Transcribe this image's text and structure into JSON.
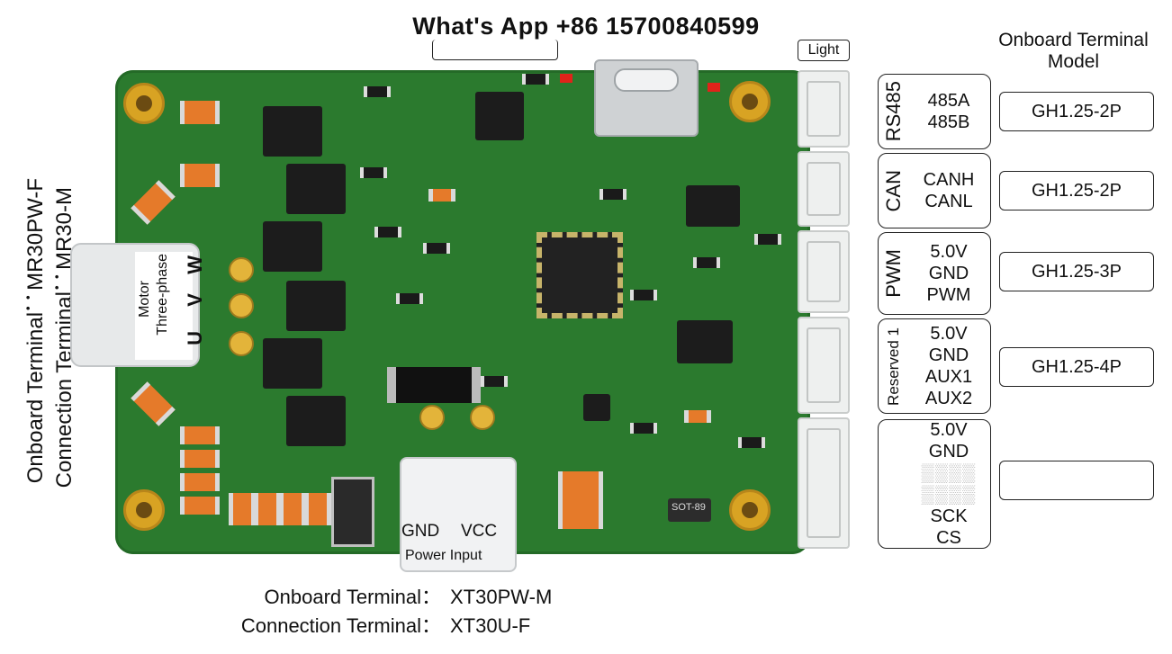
{
  "header": {
    "contact": "What's App +86 15700840599",
    "led_label_right": "Light"
  },
  "model_header": {
    "line1": "Onboard Terminal",
    "line2": "Model"
  },
  "motor": {
    "title": "Motor",
    "subtitle": "Three-phase",
    "phase_u": "U",
    "phase_v": "V",
    "phase_w": "W",
    "onboard_label": "Onboard Terminal：MR30PW-F",
    "connection_label": "Connection Terminal：MR30-M"
  },
  "power": {
    "gnd": "GND",
    "vcc": "VCC",
    "input_label": "Power Input",
    "onboard_key": "Onboard Terminal：",
    "onboard_value": "XT30PW-M",
    "connection_key": "Connection Terminal：",
    "connection_value": "XT30U-F"
  },
  "connectors": [
    {
      "name": "RS485",
      "pins": [
        "485A",
        "485B"
      ],
      "model": "GH1.25-2P"
    },
    {
      "name": "CAN",
      "pins": [
        "CANH",
        "CANL"
      ],
      "model": "GH1.25-2P"
    },
    {
      "name": "PWM",
      "pins": [
        "5.0V",
        "GND",
        "PWM"
      ],
      "model": "GH1.25-3P"
    },
    {
      "name": "Reserved 1",
      "pins": [
        "5.0V",
        "GND",
        "AUX1",
        "AUX2"
      ],
      "model": "GH1.25-4P"
    },
    {
      "name": "",
      "pins": [
        "5.0V",
        "GND",
        "SCK",
        "CS"
      ],
      "model": ""
    }
  ],
  "board_marks": {
    "sot_label": "SOT-89"
  },
  "colors": {
    "pcb": "#2b7a2e",
    "gold": "#d8a323",
    "cap": "#e57a2a"
  }
}
